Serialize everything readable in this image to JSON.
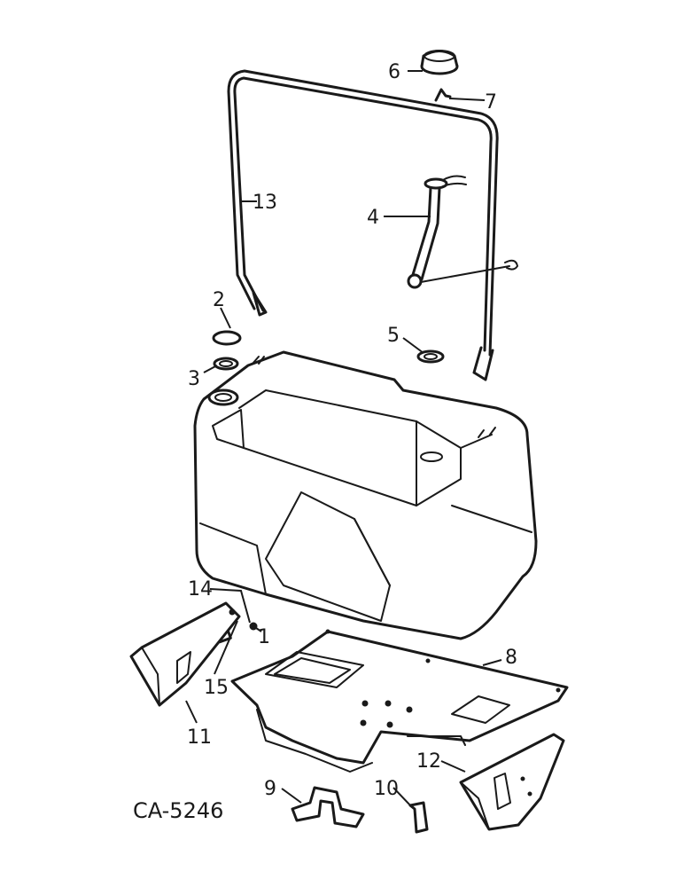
{
  "diagram_code": "CA-5246",
  "callouts": {
    "c1": "1",
    "c2": "2",
    "c3": "3",
    "c4": "4",
    "c5": "5",
    "c6": "6",
    "c7": "7",
    "c8": "8",
    "c9": "9",
    "c10": "10",
    "c11": "11",
    "c12": "12",
    "c13": "13",
    "c14": "14",
    "c15": "15"
  },
  "colors": {
    "ink": "#1a1a1a",
    "paper": "#ffffff"
  }
}
